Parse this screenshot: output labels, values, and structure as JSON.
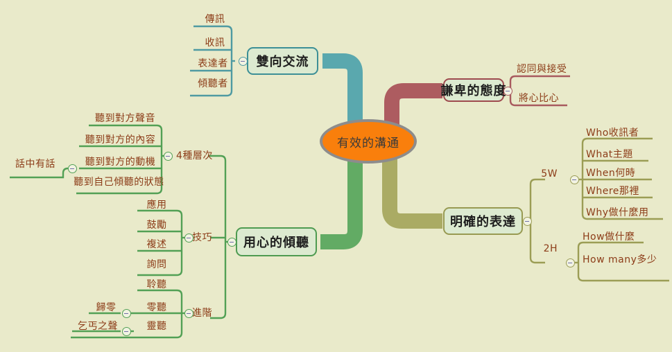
{
  "app": {
    "title": "有效的溝通",
    "type": "mind-map",
    "background_color": "#e9eaca"
  },
  "colors": {
    "root_fill": "#f97f0c",
    "root_border": "#8d8c8c",
    "branch_teal": "#5aa8ae",
    "branch_maroon": "#ad5c60",
    "branch_green": "#62ab64",
    "branch_olive": "#aaab64",
    "node_fill": "#dcead0",
    "leaf_text": "#8c3c18",
    "main_text": "#1d1d1d"
  },
  "root": {
    "label": "有效的溝通"
  },
  "branches": [
    {
      "id": "branch-two-way",
      "label": "雙向交流",
      "color": "teal",
      "children": [
        {
          "label": "傳訊"
        },
        {
          "label": "收訊"
        },
        {
          "label": "表達者"
        },
        {
          "label": "傾聽者"
        }
      ]
    },
    {
      "id": "branch-humble",
      "label": "謙卑的態度",
      "color": "maroon",
      "children": [
        {
          "label": "認同與接受"
        },
        {
          "label": "將心比心"
        }
      ]
    },
    {
      "id": "branch-listening",
      "label": "用心的傾聽",
      "color": "green",
      "children": [
        {
          "label": "4種層次",
          "children": [
            {
              "label": "聽到對方聲音"
            },
            {
              "label": "聽到對方的內容"
            },
            {
              "label": "聽到對方的動機",
              "children": [
                {
                  "label": "話中有話"
                }
              ]
            },
            {
              "label": "聽到自己傾聽的狀態"
            }
          ]
        },
        {
          "label": "技巧",
          "children": [
            {
              "label": "應用"
            },
            {
              "label": "鼓勵"
            },
            {
              "label": "複述"
            },
            {
              "label": "詢問"
            }
          ]
        },
        {
          "label": "進階",
          "children": [
            {
              "label": "聆聽"
            },
            {
              "label": "零聽",
              "children": [
                {
                  "label": "歸零"
                }
              ]
            },
            {
              "label": "靈聽",
              "children": [
                {
                  "label": "乞丐之聲"
                }
              ]
            }
          ]
        }
      ]
    },
    {
      "id": "branch-expression",
      "label": "明確的表達",
      "color": "olive",
      "children": [
        {
          "label": "5W",
          "children": [
            {
              "label": "Who收訊者"
            },
            {
              "label": "What主題"
            },
            {
              "label": "When何時"
            },
            {
              "label": "Where那裡"
            },
            {
              "label": "Why做什麼用"
            }
          ]
        },
        {
          "label": "2H",
          "children": [
            {
              "label": "How做什麼"
            },
            {
              "label": "How many多少"
            }
          ]
        }
      ]
    }
  ],
  "toggles": {
    "two_way": "collapse-toggle-two-way",
    "humble": "collapse-toggle-humble",
    "listening": "collapse-toggle-listening",
    "expression": "collapse-toggle-expression",
    "levels": "collapse-toggle-levels",
    "motive": "collapse-toggle-motive",
    "skills": "collapse-toggle-skills",
    "advanced": "collapse-toggle-advanced",
    "zero": "collapse-toggle-zero",
    "spirit": "collapse-toggle-spirit",
    "fivew": "collapse-toggle-5w",
    "twoh": "collapse-toggle-2h"
  }
}
